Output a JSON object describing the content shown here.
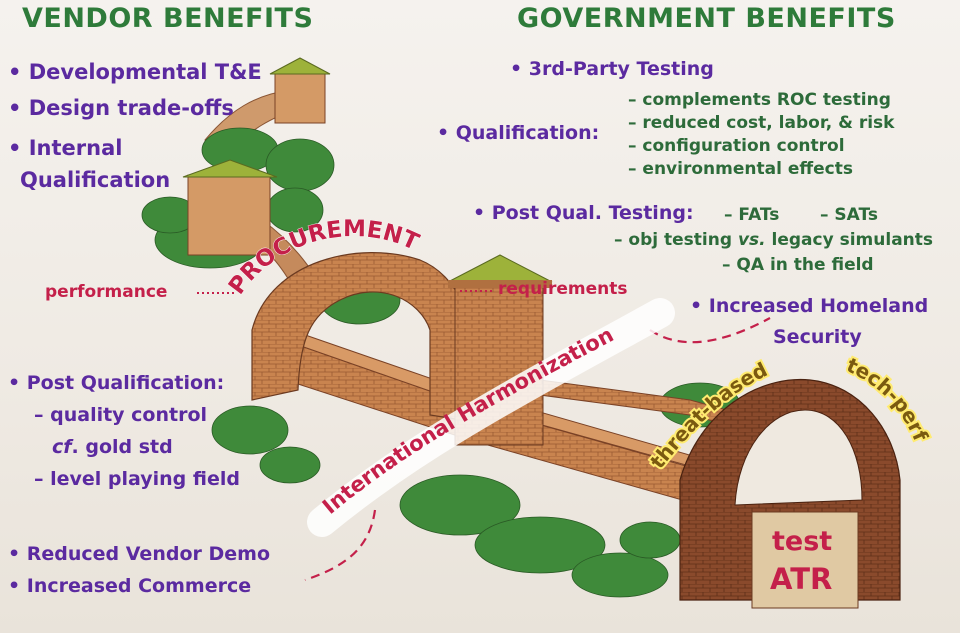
{
  "headings": {
    "vendor": "VENDOR BENEFITS",
    "government": "GOVERNMENT BENEFITS"
  },
  "vendor": {
    "items": [
      "• Developmental T&E",
      "• Design trade-offs",
      "• Internal",
      "Qualification"
    ],
    "post_qual_title": "• Post Qualification:",
    "post_qual_items": [
      "– quality control",
      "cf",
      ". gold std",
      "– level playing field"
    ],
    "bottom_items": [
      "• Reduced Vendor Demo",
      "• Increased Commerce"
    ]
  },
  "government": {
    "third_party": "• 3rd-Party Testing",
    "qualification_label": "• Qualification:",
    "qualification_items": [
      "– complements ROC testing",
      "– reduced cost, labor, & risk",
      "– configuration control",
      "– environmental effects"
    ],
    "post_qual_label": "• Post Qual. Testing:",
    "fats": "– FATs",
    "sats": "– SATs",
    "obj_pre": "– obj testing ",
    "obj_vs": "vs.",
    "obj_post": " legacy simulants",
    "qa": "– QA in the field",
    "homeland_1": "• Increased Homeland",
    "homeland_2": "Security"
  },
  "wall_labels": {
    "performance": "performance",
    "requirements": "requirements",
    "procurement": "PROCUREMENT",
    "harmonization": "International Harmonization",
    "threat": "threat-based",
    "tech": "tech-perf",
    "test": "test",
    "atr": "ATR"
  },
  "colors": {
    "heading_green": "#2e7b3a",
    "text_purple": "#5b2aa0",
    "text_green": "#2d6b3a",
    "accent_red": "#c4204a"
  }
}
